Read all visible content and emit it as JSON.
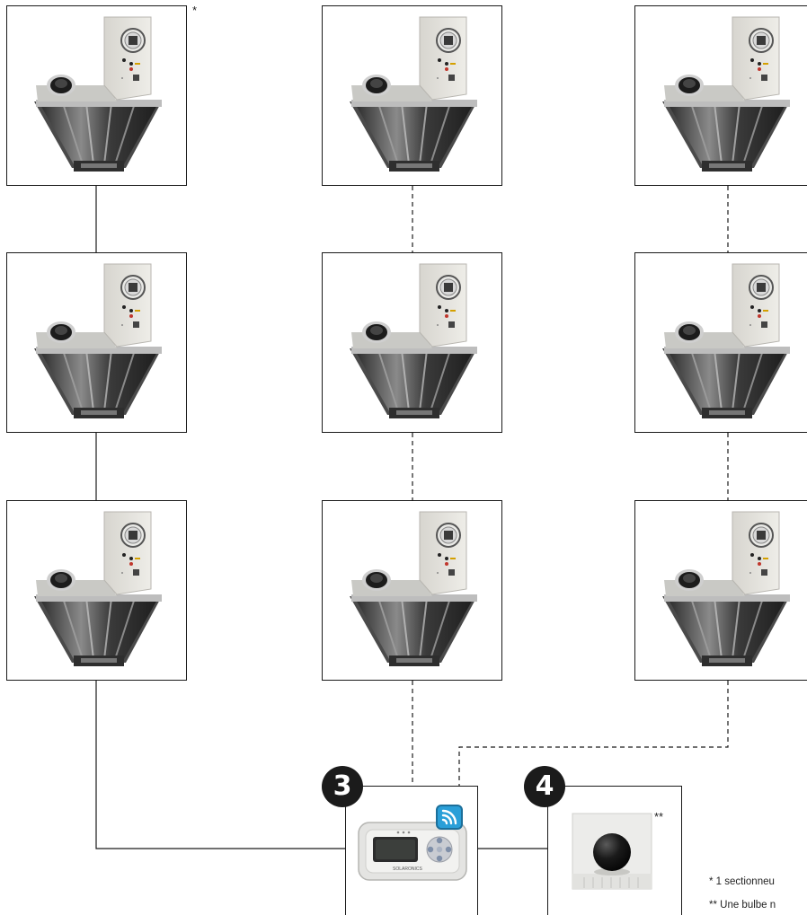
{
  "heaters": {
    "col1_note": "*"
  },
  "controller": {
    "step_number": "3",
    "icon": "wifi-icon",
    "brand_text": "SOLARONICS"
  },
  "sensor": {
    "step_number": "4",
    "note": "**"
  },
  "footnotes": {
    "line1": "* 1 sectionneu",
    "line2": "** Une bulbe n"
  },
  "colors": {
    "line": "#1a1a1a",
    "badge": "#1b1b1b",
    "wifi": "#2a9fd8"
  }
}
